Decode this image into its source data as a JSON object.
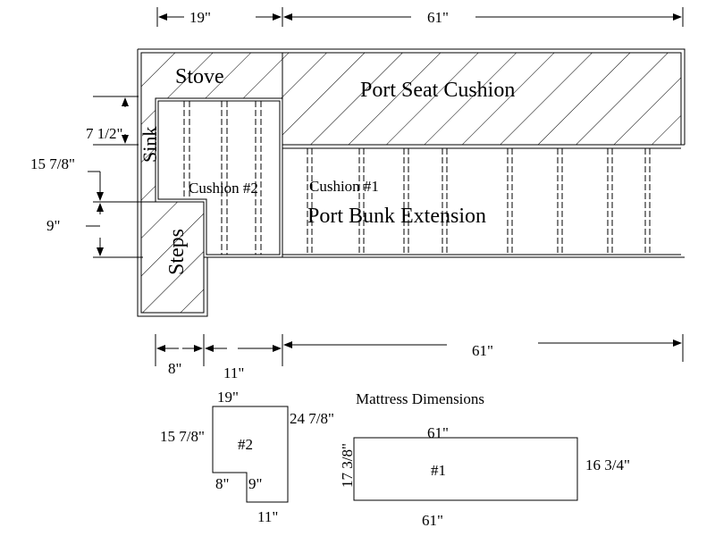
{
  "plan": {
    "stove": "Stove",
    "sink": "Sink",
    "steps": "Steps",
    "port_seat_cushion": "Port Seat Cushion",
    "cushion_2": "Cushion #2",
    "cushion_1": "Cushion #1",
    "port_bunk_extension": "Port Bunk Extension"
  },
  "dimensions": {
    "top_left": "19\"",
    "top_right": "61\"",
    "left_upper": "7 1/2\"",
    "left_middle": "15 7/8\"",
    "left_lower": "9\"",
    "bottom_a": "8\"",
    "bottom_b": "11\"",
    "bottom_c": "61\""
  },
  "mattress": {
    "title": "Mattress Dimensions",
    "m2": {
      "label": "#2",
      "top": "19\"",
      "left": "15 7/8\"",
      "right": "24 7/8\"",
      "notch_left": "8\"",
      "notch_right": "9\"",
      "bottom": "11\""
    },
    "m1": {
      "label": "#1",
      "top": "61\"",
      "bottom": "61\"",
      "left": "17 3/8\"",
      "right": "16 3/4\""
    }
  },
  "colors": {
    "line": "#000000",
    "background": "#ffffff"
  }
}
